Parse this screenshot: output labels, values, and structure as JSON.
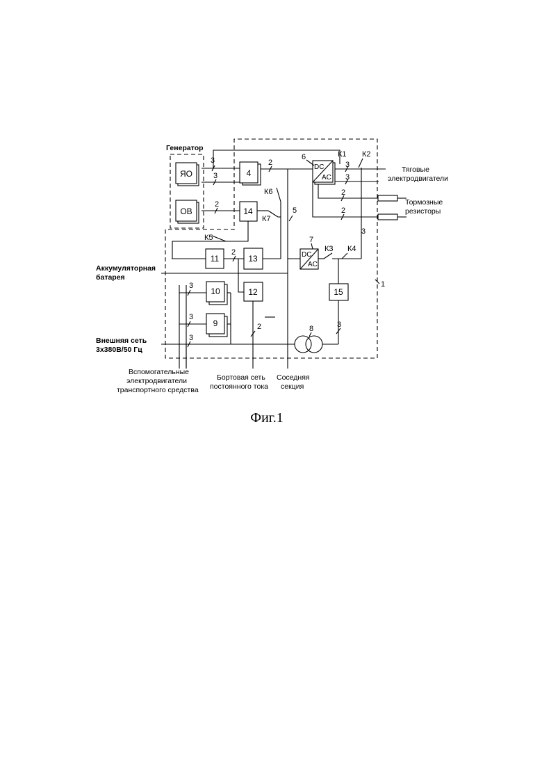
{
  "labels": {
    "generator": "Генератор",
    "traction_1": "Тяговые",
    "traction_2": "электродвигатели",
    "brake_1": "Тормозные",
    "brake_2": "резисторы",
    "battery_1": "Аккумуляторная",
    "battery_2": "батарея",
    "grid_1": "Внешняя сеть",
    "grid_2": "3x380В/50 Гц",
    "aux_1": "Вспомогательные",
    "aux_2": "электродвигатели",
    "aux_3": "транспортного средства",
    "onboard_1": "Бортовая сеть",
    "onboard_2": "постоянного тока",
    "adjacent_1": "Соседняя",
    "adjacent_2": "секция",
    "unit_number": "1"
  },
  "blocks": {
    "yao": "ЯО",
    "ov": "ОВ",
    "b4": "4",
    "b14": "14",
    "b11": "11",
    "b13": "13",
    "b12": "12",
    "b10": "10",
    "b9": "9",
    "b15": "15",
    "dc1": "DC",
    "ac1": "AC",
    "dc2": "DC",
    "ac2": "AC"
  },
  "refs": {
    "r6": "6",
    "r7": "7",
    "r8": "8",
    "r5": "5"
  },
  "contactors": {
    "k1": "К1",
    "k2": "К2",
    "k3": "К3",
    "k4": "К4",
    "k5": "К5",
    "k6": "К6",
    "k7": "К7"
  },
  "wire_counts": {
    "w_top3": "3",
    "w_yao3": "3",
    "w_ov2": "2",
    "w_bus2": "2",
    "w_tr3a": "3",
    "w_tr3b": "3",
    "w_br2a": "2",
    "w_br2b": "2",
    "w_k4_3": "3",
    "w_11_2": "2",
    "w_10_3": "3",
    "w_9_3": "3",
    "w_grid3": "3",
    "w_12_2": "2",
    "w_tr_3": "3"
  },
  "caption": "Фиг.1"
}
